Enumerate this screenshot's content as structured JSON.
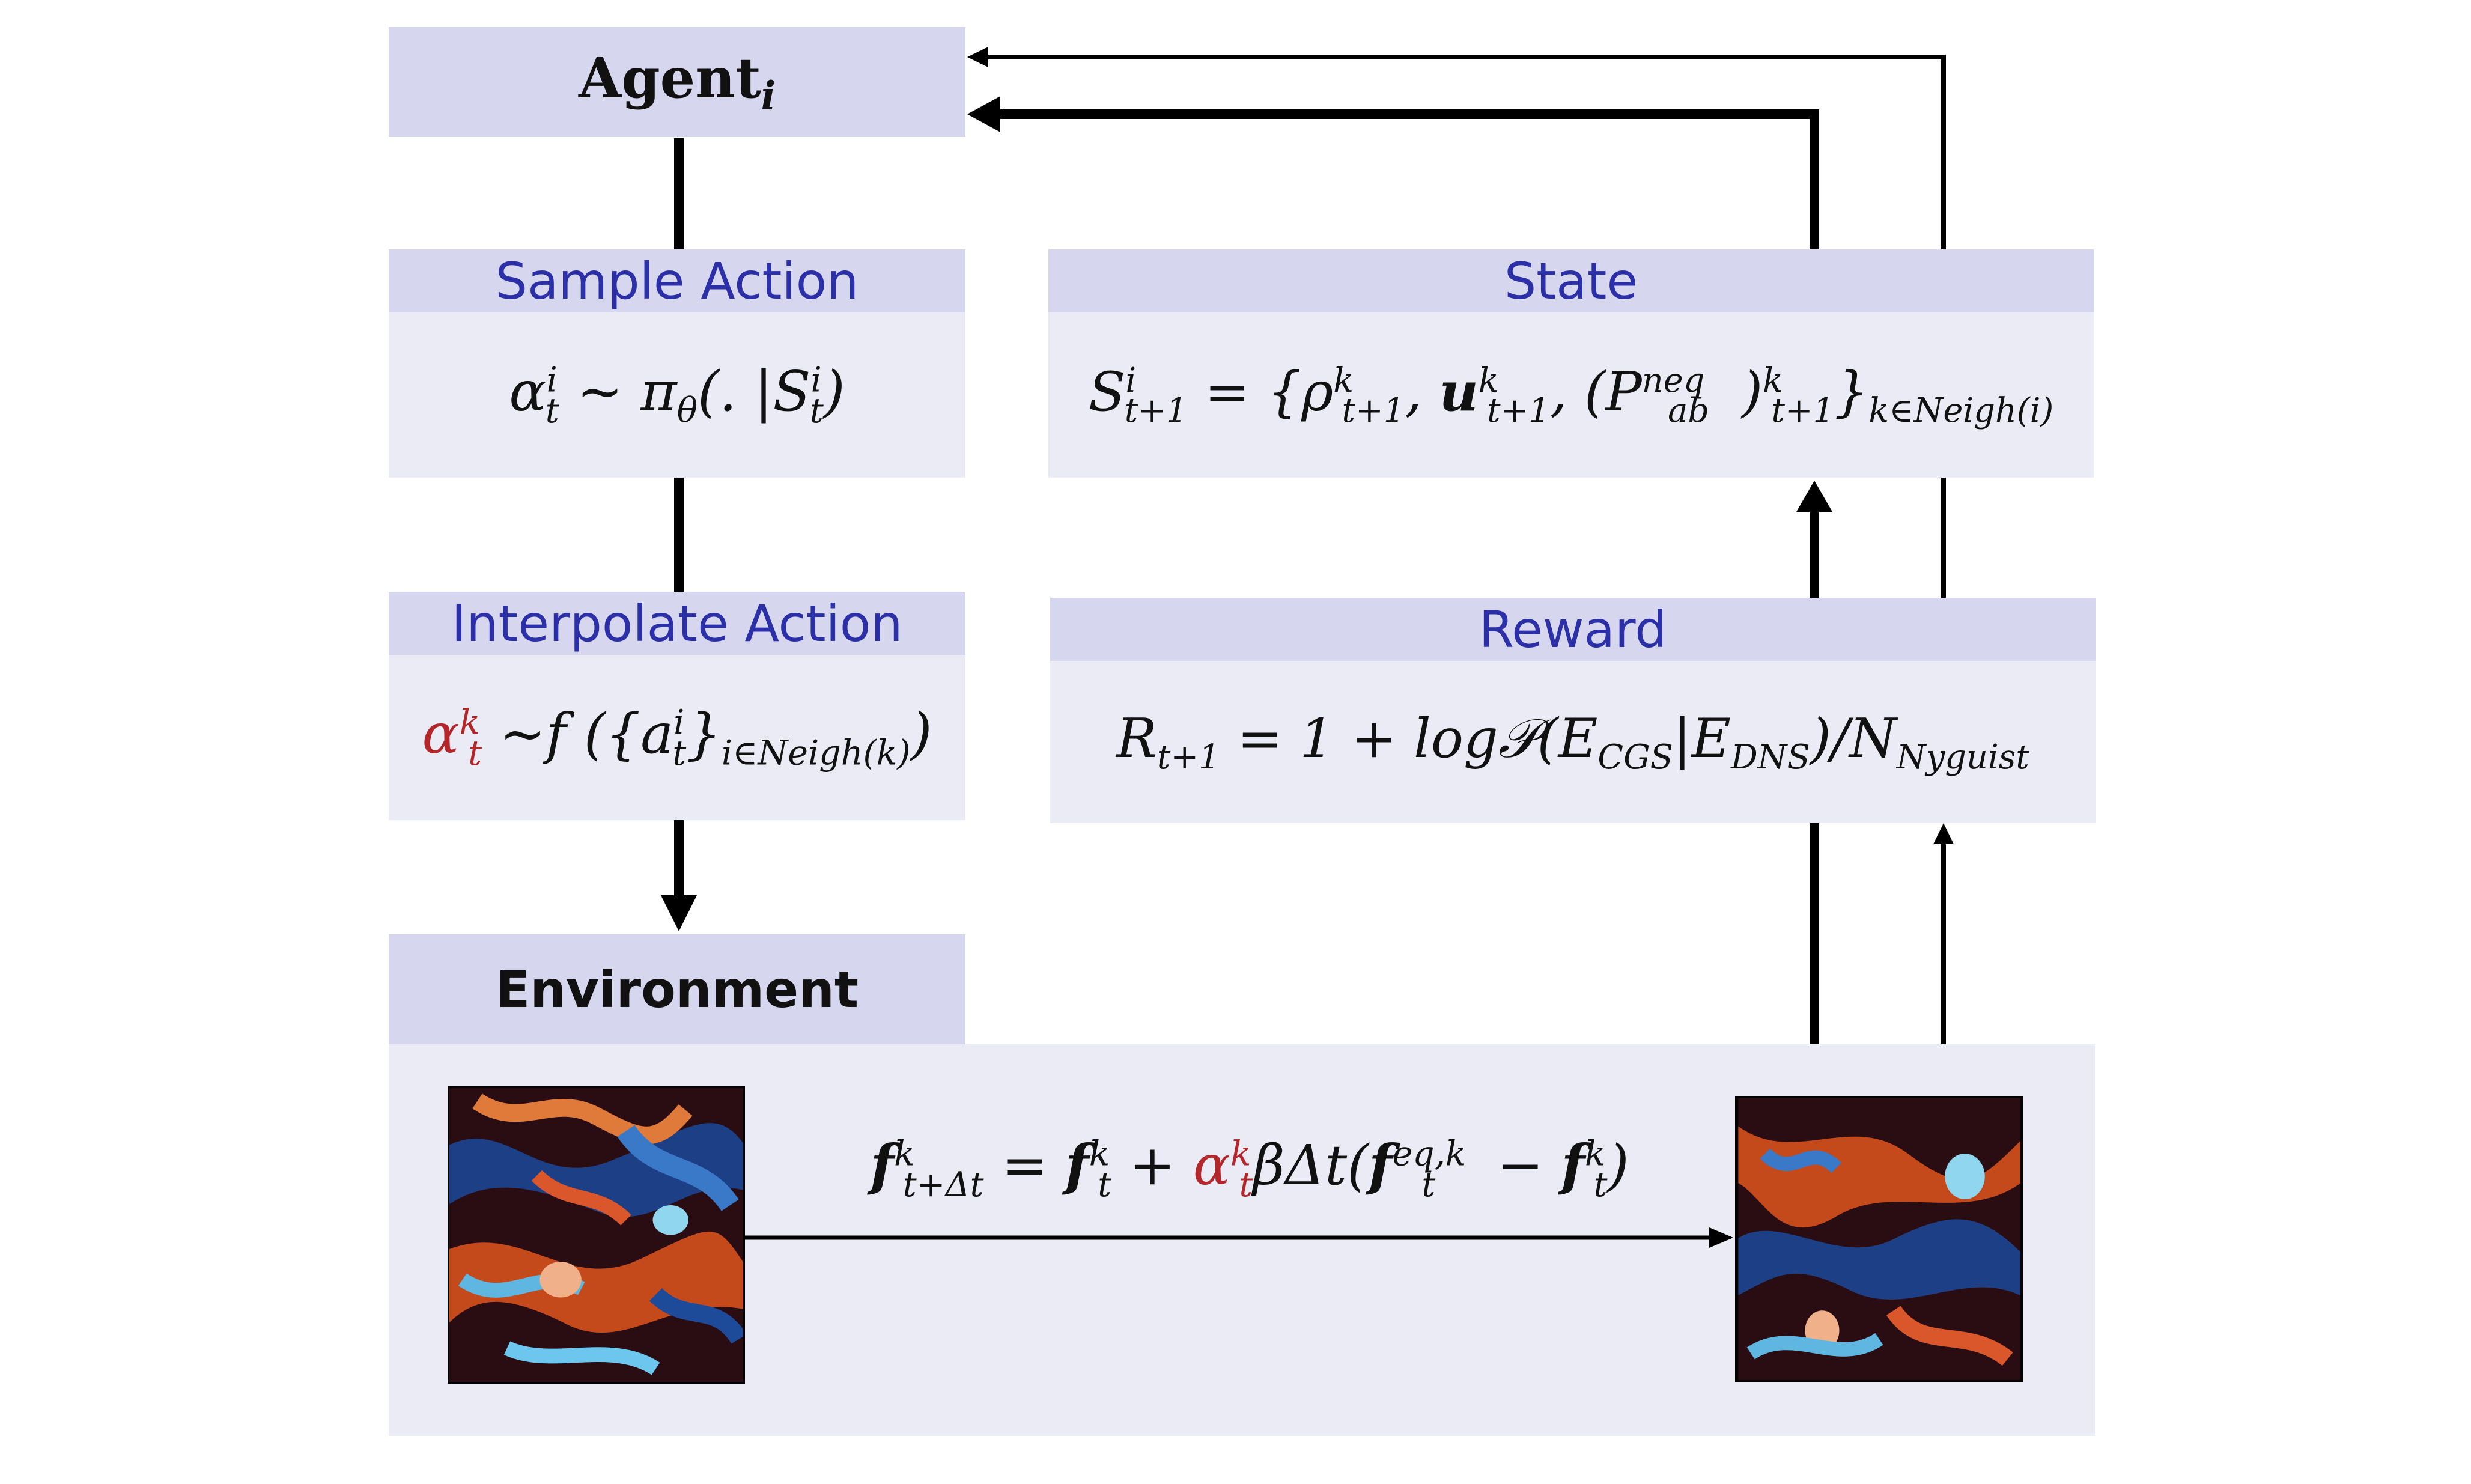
{
  "agent": {
    "label": "Agent",
    "sub": "i"
  },
  "sample_action": {
    "header": "Sample Action",
    "formula": {
      "lhs": "α",
      "lhs_sup": "i",
      "lhs_sub": "t",
      "rel": " ~ π",
      "theta": "θ",
      "open": "(. |S",
      "s_sup": "i",
      "s_sub": "t",
      "close": ")"
    }
  },
  "interpolate_action": {
    "header": "Interpolate Action",
    "formula": {
      "lhs": "α",
      "lhs_sup": "k",
      "lhs_sub": "t",
      "rel": " ~f ({a",
      "a_sup": "i",
      "a_sub": "t",
      "brace": "}",
      "range": "i∈Neigh(k)",
      "close": ")"
    }
  },
  "environment": {
    "header": "Environment",
    "formula": {
      "f": "f",
      "f_sup": "k",
      "f_sub": "t+Δt",
      "eq": " = ",
      "f2_sup": "k",
      "f2_sub": "t",
      "plus": " + ",
      "alpha": "α",
      "alpha_sup": "k",
      "alpha_sub": "t",
      "rest": "βΔt(",
      "feq_sup": "eq,k",
      "feq_sub": "t",
      "minus": " − ",
      "f3_sup": "k",
      "f3_sub": "t",
      "close": ")"
    }
  },
  "state": {
    "header": "State",
    "formula": {
      "s": "S",
      "s_sup": "i",
      "s_sub": "t+1",
      "eq": " = {ρ",
      "rho_sup": "k",
      "rho_sub": "t+1",
      "comma1": ", ",
      "u": "u",
      "u_sup": "k",
      "u_sub": "t+1",
      "comma2": ", (P",
      "p_sup": "neq",
      "p_sub": "ab",
      "p_close": ")",
      "p2_sup": "k",
      "p2_sub": "t+1",
      "brace": "}",
      "range": "k∈Neigh(i)"
    }
  },
  "reward": {
    "header": "Reward",
    "formula": {
      "r": "R",
      "r_sub": "t+1",
      "eq": " = 1 + log𝒫(E",
      "cgs": "CGS",
      "bar": "|E",
      "dns": "DNS",
      "div": ")/N",
      "ny": "Nyguist"
    }
  },
  "colors": {
    "header_bg": "#d7d6ef",
    "body_bg": "#ebebf6",
    "header_text": "#2b2fa8",
    "accent_red": "#b3262a"
  }
}
